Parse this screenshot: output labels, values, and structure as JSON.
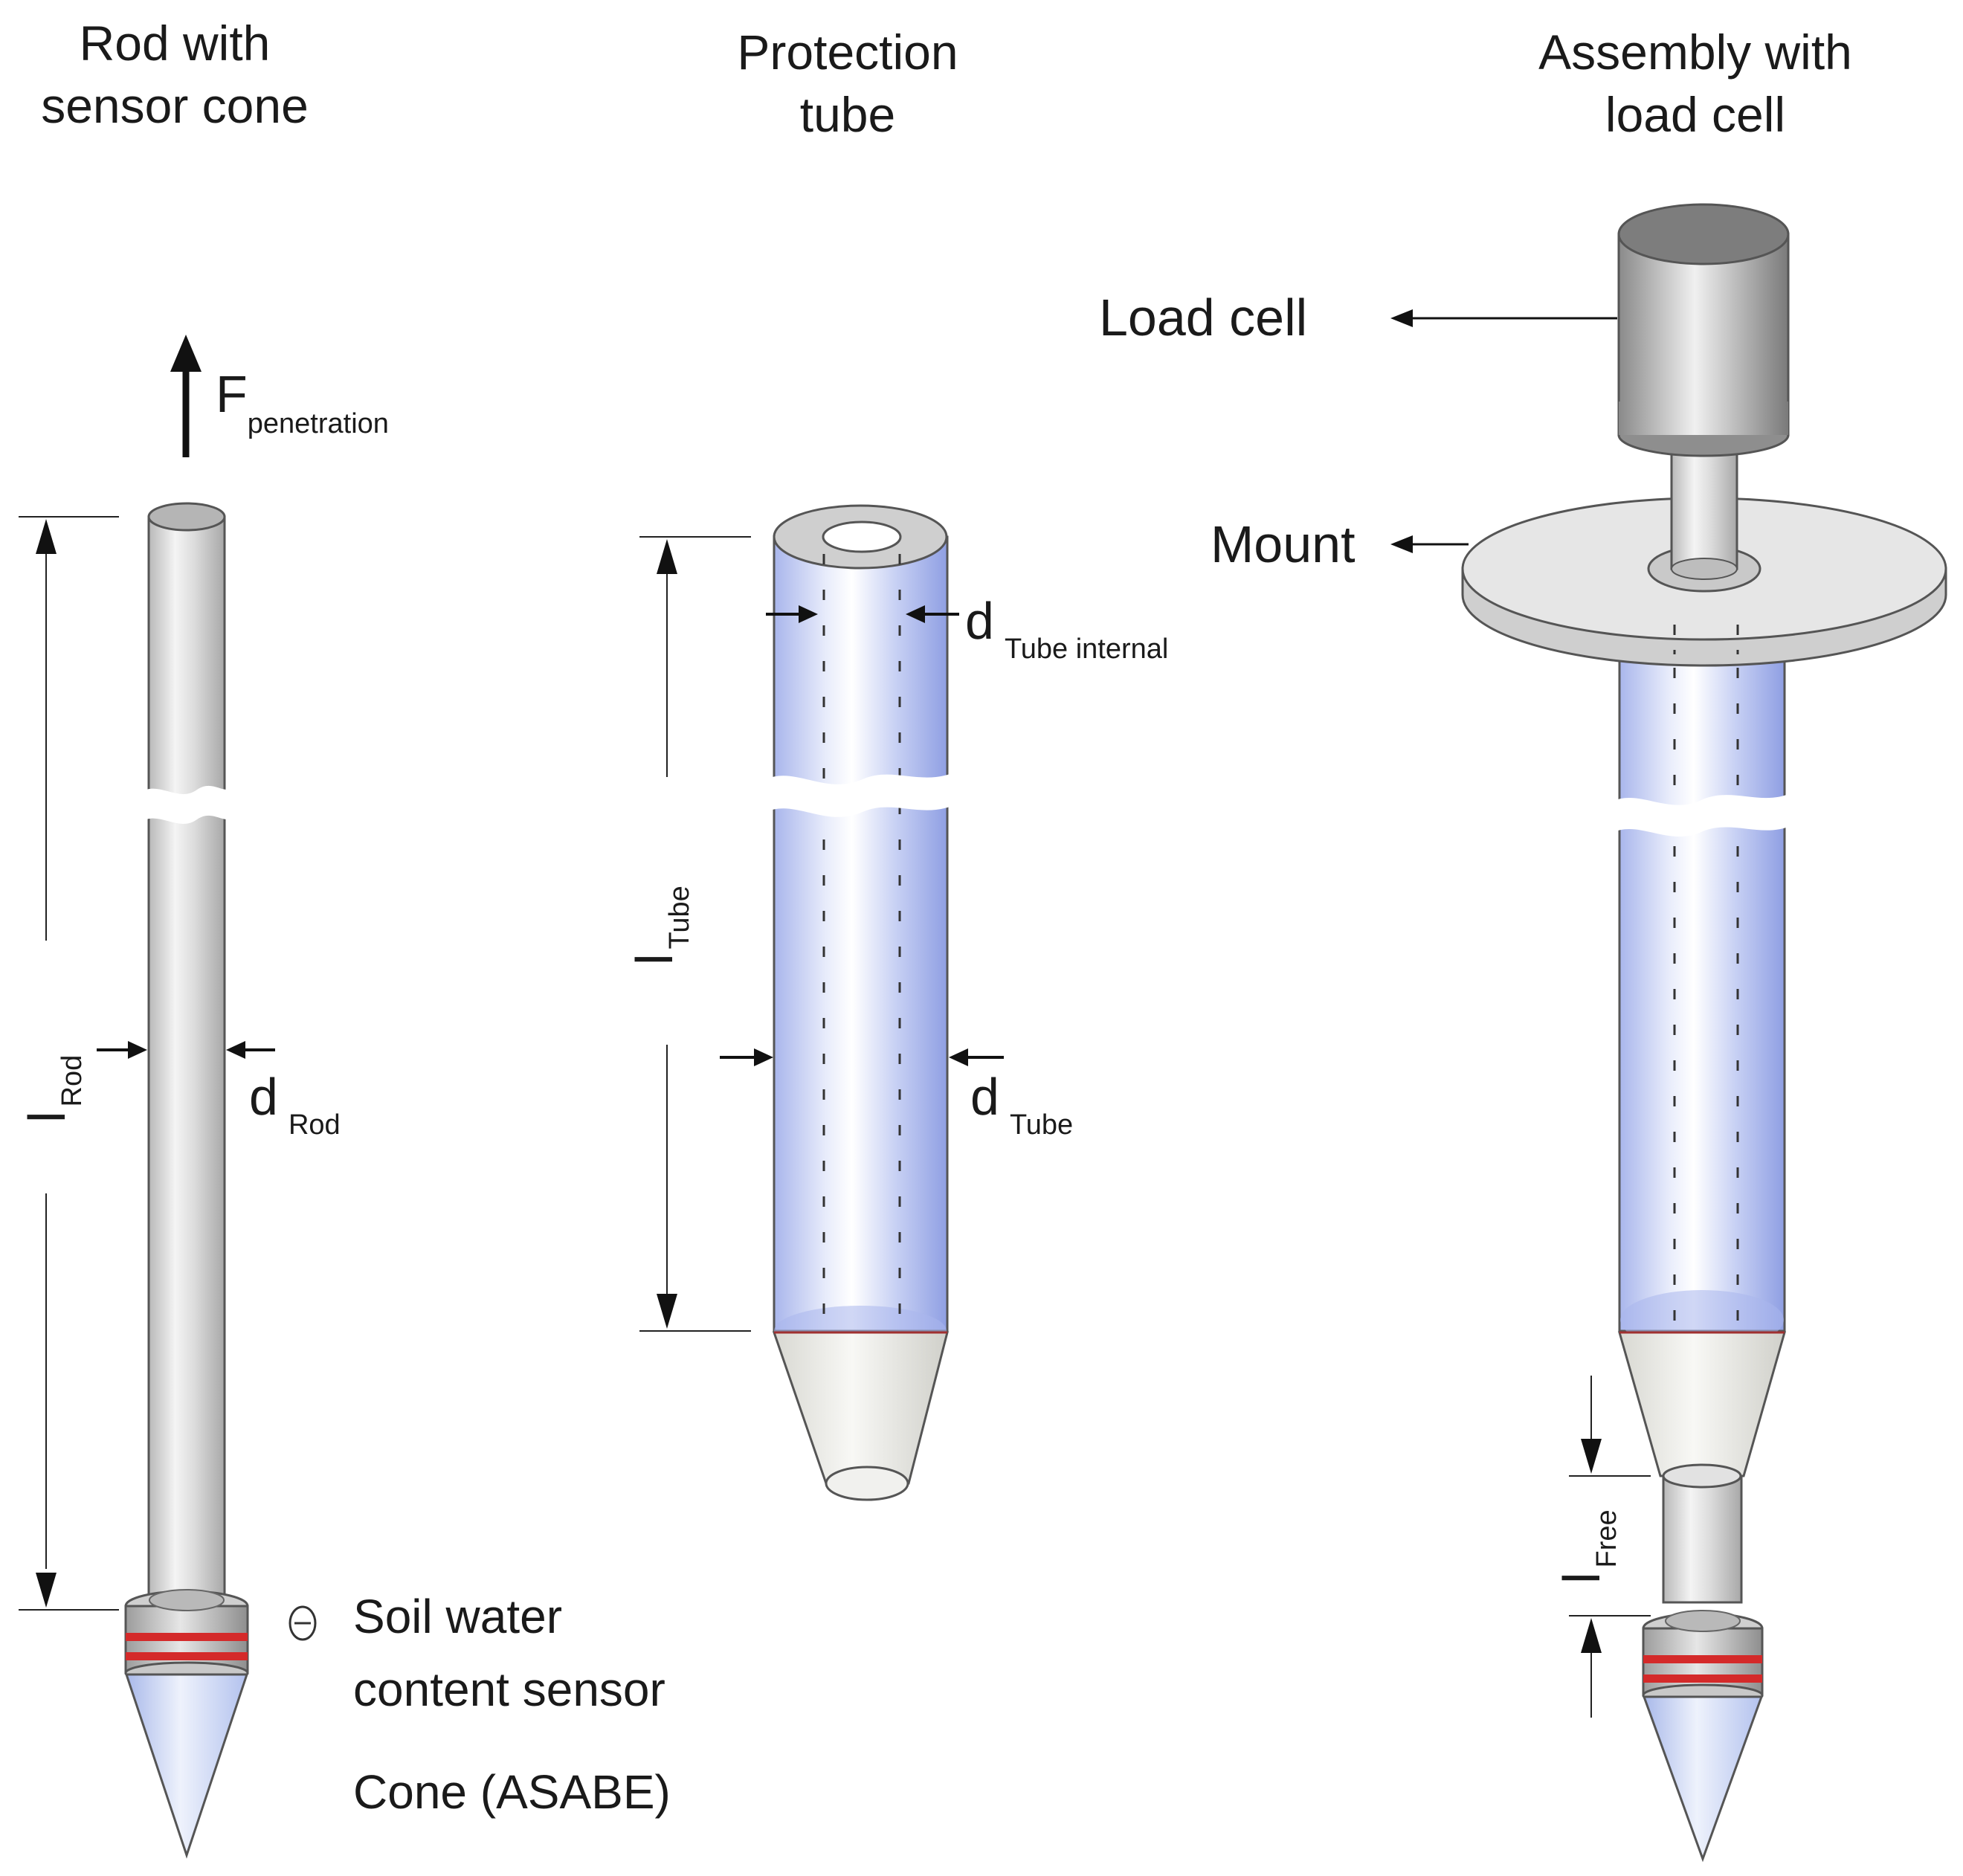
{
  "titles": {
    "rod": "Rod with sensor cone",
    "rod_line1": "Rod with",
    "rod_line2": "sensor cone",
    "tube_line1": "Protection",
    "tube_line2": "tube",
    "assembly_line1": "Assembly with",
    "assembly_line2": "load cell"
  },
  "labels": {
    "force_main": "F",
    "force_sub": "penetration",
    "l_main": "l",
    "l_rod_sub": "Rod",
    "d_main": "d",
    "d_rod_sub": "Rod",
    "l_tube_sub": "Tube",
    "d_tube_sub": "Tube",
    "d_tube_internal_sub": "Tube internal",
    "l_free_sub": "Free",
    "theta": "Θ",
    "soil_line1": "Soil water",
    "soil_line2": "content sensor",
    "cone": "Cone (ASABE)",
    "load_cell": "Load cell",
    "mount": "Mount"
  },
  "colors": {
    "rod_gray": "#d9d9d9",
    "tube_blue": "#b9c6f2",
    "sensor_red": "#d42a2a",
    "cone_blue": "#c9d6f5",
    "line": "#333333"
  }
}
